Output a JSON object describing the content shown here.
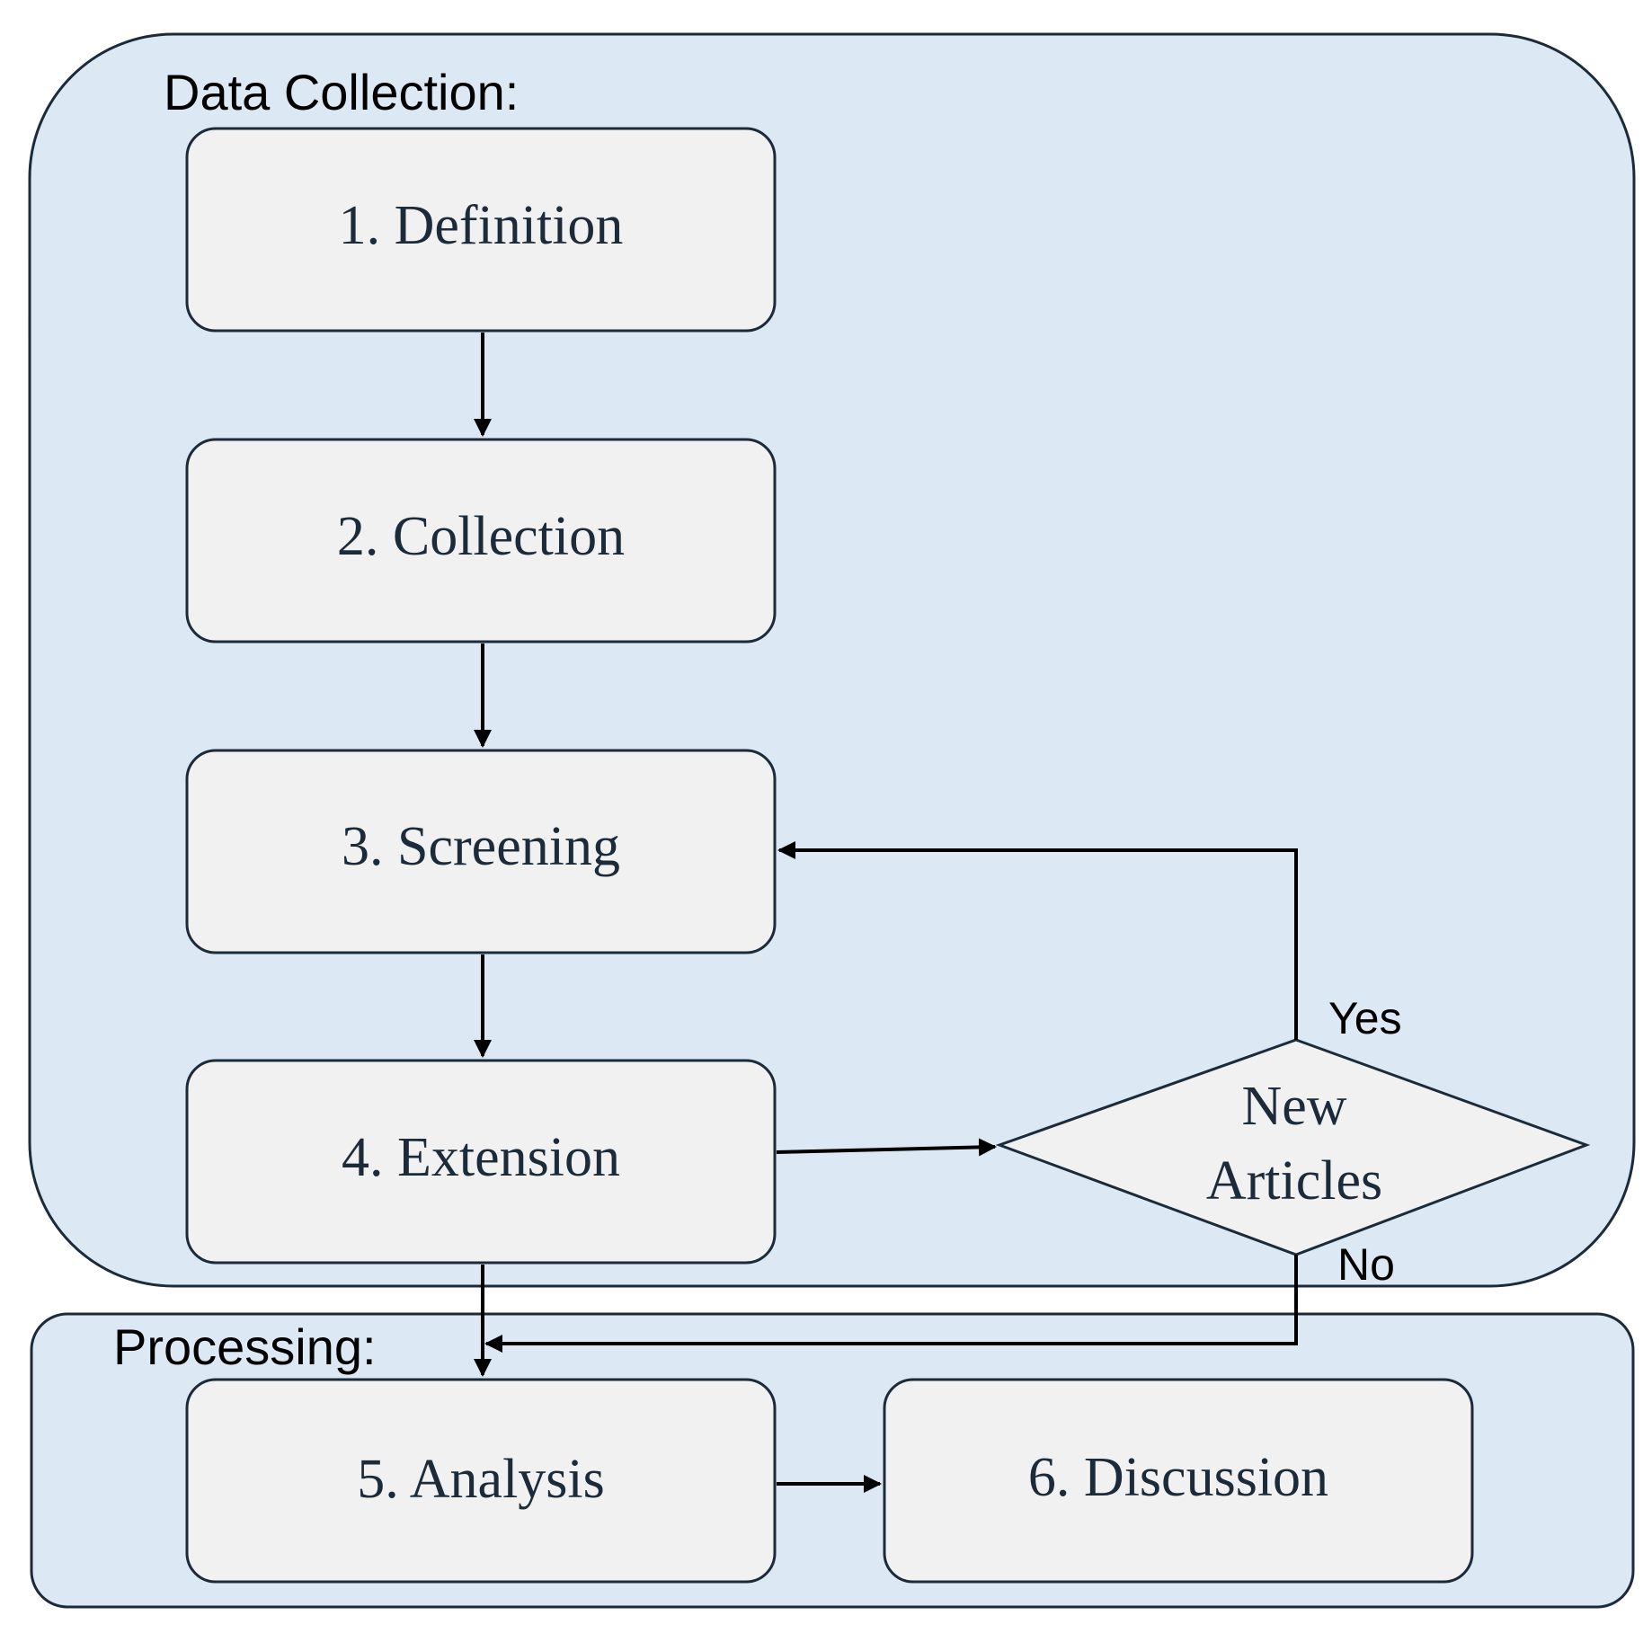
{
  "groups": {
    "data_collection": "Data Collection:",
    "processing": "Processing:"
  },
  "steps": {
    "definition": "1. Definition",
    "collection": "2. Collection",
    "screening": "3. Screening",
    "extension": "4. Extension",
    "analysis": "5. Analysis",
    "discussion": "6. Discussion"
  },
  "decision": {
    "line1": "New",
    "line2": "Articles",
    "yes": "Yes",
    "no": "No"
  },
  "colors": {
    "group_fill": "#dce9f5",
    "box_fill": "#f1f1f1",
    "border": "#1c2b3a"
  }
}
